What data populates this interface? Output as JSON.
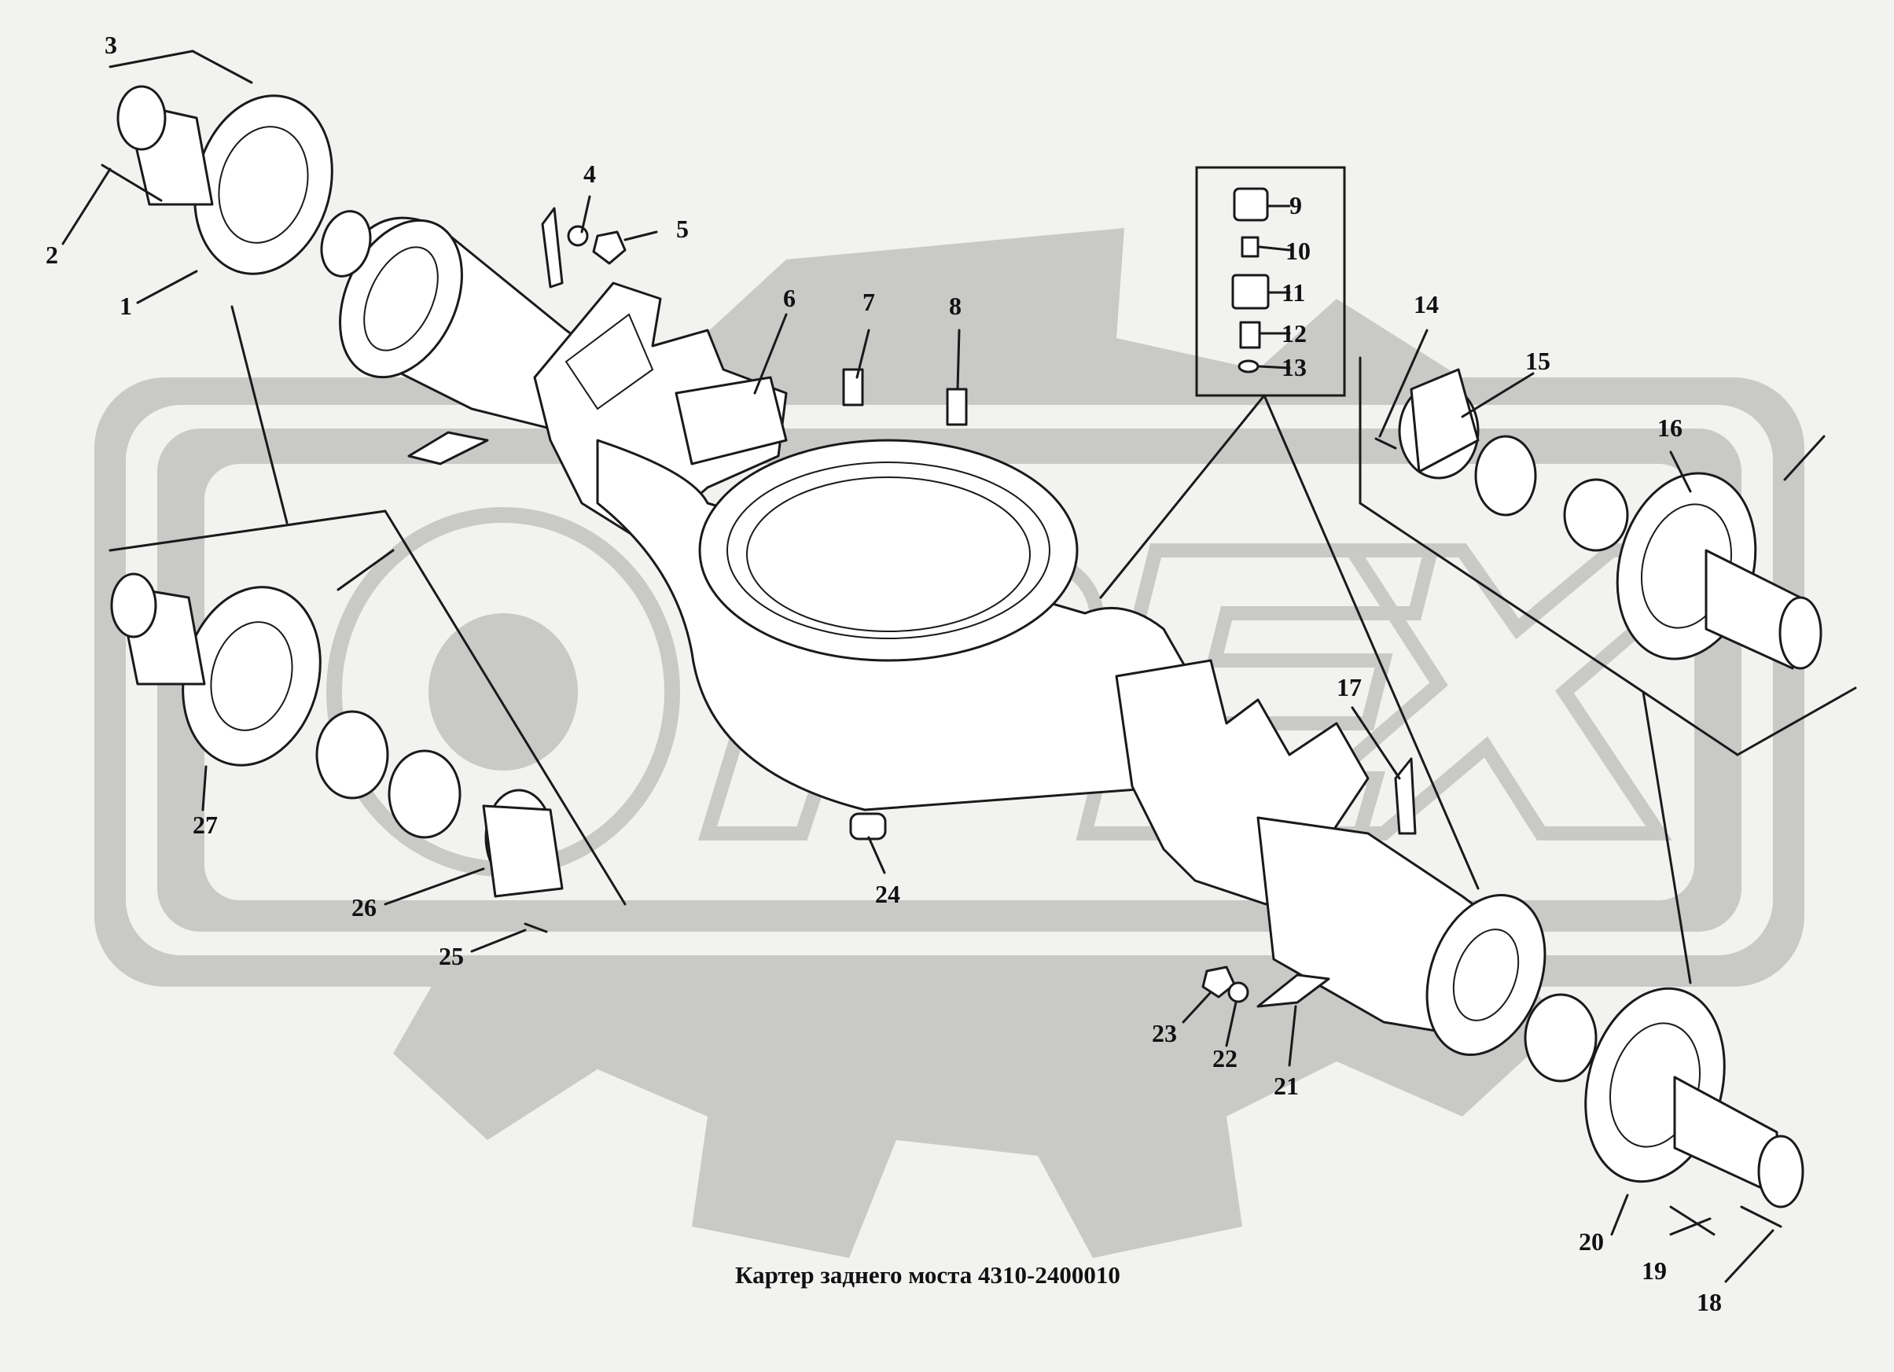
{
  "caption": "Картер заднего моста 4310-2400010",
  "watermark": {
    "brand_text": "OPEX"
  },
  "callouts": [
    "1",
    "2",
    "3",
    "4",
    "5",
    "6",
    "7",
    "8",
    "9",
    "10",
    "11",
    "12",
    "13",
    "14",
    "15",
    "16",
    "17",
    "18",
    "19",
    "20",
    "21",
    "22",
    "23",
    "24",
    "25",
    "26",
    "27"
  ],
  "colors": {
    "background": "#f2f2f0",
    "watermark": "#c9c9c7",
    "ink": "#1a1a1a"
  }
}
